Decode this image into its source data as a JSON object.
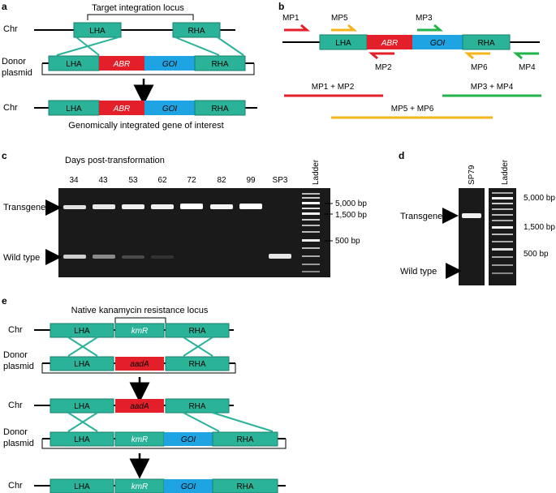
{
  "panel_letters": {
    "a": "a",
    "b": "b",
    "c": "c",
    "d": "d",
    "e": "e"
  },
  "colors": {
    "teal": "#2bb39a",
    "teal_stroke": "#177f6e",
    "red": "#e3202a",
    "blue": "#1ea4e3",
    "orange": "#f6b41b",
    "green": "#22b34a",
    "gel": "#1a1a1a"
  },
  "panel_a": {
    "title": "Target integration locus",
    "chr_label": "Chr",
    "donor_label_1": "Donor",
    "donor_label_2": "plasmid",
    "chr2_label": "Chr",
    "lha": "LHA",
    "rha": "RHA",
    "abr": "ABR",
    "goi": "GOI",
    "caption": "Genomically integrated gene of interest"
  },
  "panel_b": {
    "primers": {
      "mp1": "MP1",
      "mp2": "MP2",
      "mp3": "MP3",
      "mp4": "MP4",
      "mp5": "MP5",
      "mp6": "MP6"
    },
    "lha": "LHA",
    "abr": "ABR",
    "goi": "GOI",
    "rha": "RHA",
    "pair_1": "MP1 + MP2",
    "pair_2": "MP3 + MP4",
    "pair_3": "MP5 + MP6"
  },
  "panel_c": {
    "xtitle": "Days post-transformation",
    "lanes": [
      "34",
      "43",
      "53",
      "62",
      "72",
      "82",
      "99",
      "SP3"
    ],
    "ladder": "Ladder",
    "transgene": "Transgene",
    "wildtype": "Wild type",
    "bp": [
      "5,000 bp",
      "1,500 bp",
      "500 bp"
    ]
  },
  "panel_d": {
    "lane": "SP79",
    "ladder": "Ladder",
    "transgene": "Transgene",
    "wildtype": "Wild type",
    "bp": [
      "5,000 bp",
      "1,500 bp",
      "500 bp"
    ]
  },
  "panel_e": {
    "title": "Native kanamycin resistance locus",
    "chr": "Chr",
    "donor_1": "Donor",
    "donor_2": "plasmid",
    "lha": "LHA",
    "rha": "RHA",
    "kmr": "kmR",
    "aada": "aadA",
    "goi": "GOI"
  }
}
